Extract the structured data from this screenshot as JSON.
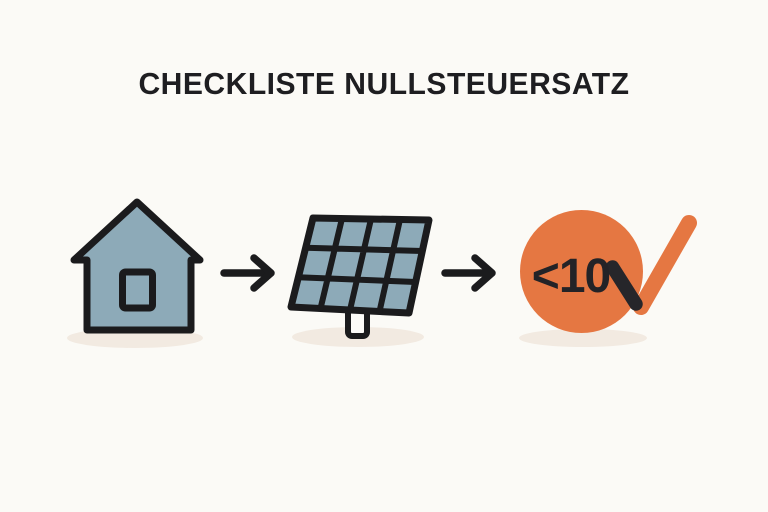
{
  "title": "CHECKLISTE NULLSTEUERSATZ",
  "badge": {
    "value": "<10"
  },
  "illustration": {
    "steps": [
      "house",
      "arrow-right",
      "solar-panel",
      "arrow-right",
      "check-badge-under-10"
    ]
  },
  "colors": {
    "background": "#FBFAF6",
    "ink": "#1E1E21",
    "steel_blue": "#8DAAB8",
    "orange": "#E57742",
    "shadow_beige": "#F2EAE1",
    "stand_white": "#FCFBF8"
  }
}
